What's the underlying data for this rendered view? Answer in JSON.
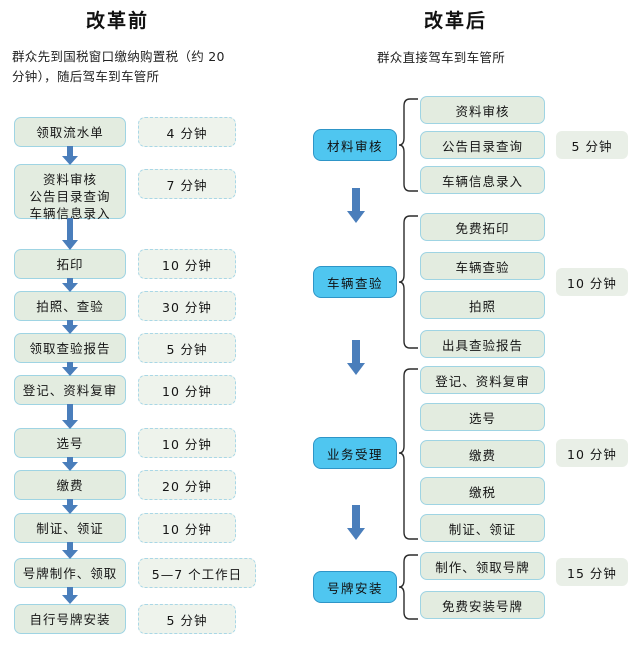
{
  "left": {
    "title": "改革前",
    "lead": "群众先到国税窗口缴纳购置税（约 20 分钟），随后驾车到车管所",
    "steps": [
      {
        "label": "领取流水单",
        "time": "4 分钟"
      },
      {
        "label": "资料审核\n公告目录查询\n车辆信息录入",
        "time": "7 分钟"
      },
      {
        "label": "拓印",
        "time": "10 分钟"
      },
      {
        "label": "拍照、查验",
        "time": "30 分钟"
      },
      {
        "label": "领取查验报告",
        "time": "5 分钟"
      },
      {
        "label": "登记、资料复审",
        "time": "10 分钟"
      },
      {
        "label": "选号",
        "time": "10 分钟"
      },
      {
        "label": "缴费",
        "time": "20 分钟"
      },
      {
        "label": "制证、领证",
        "time": "10 分钟"
      },
      {
        "label": "号牌制作、领取",
        "time": "5—7 个工作日"
      },
      {
        "label": "自行号牌安装",
        "time": "5 分钟"
      }
    ]
  },
  "right": {
    "title": "改革后",
    "lead": "群众直接驾车到车管所",
    "stages": [
      {
        "label": "材料审核",
        "time": "5 分钟",
        "items": [
          "资料审核",
          "公告目录查询",
          "车辆信息录入"
        ]
      },
      {
        "label": "车辆查验",
        "time": "10 分钟",
        "items": [
          "免费拓印",
          "车辆查验",
          "拍照",
          "出具查验报告"
        ]
      },
      {
        "label": "业务受理",
        "time": "10 分钟",
        "items": [
          "登记、资料复审",
          "选号",
          "缴费",
          "缴税",
          "制证、领证"
        ]
      },
      {
        "label": "号牌安装",
        "time": "15 分钟",
        "items": [
          "制作、领取号牌",
          "免费安装号牌"
        ]
      }
    ]
  },
  "colors": {
    "step_fill": "#e3ece0",
    "step_border": "#9fd4e3",
    "stage_fill": "#4fc6f0",
    "stage_border": "#2e95c7",
    "arrow": "#4a7ebb",
    "brace": "#2b2b2b",
    "time_fill": "#eef3ec",
    "background": "#ffffff"
  }
}
